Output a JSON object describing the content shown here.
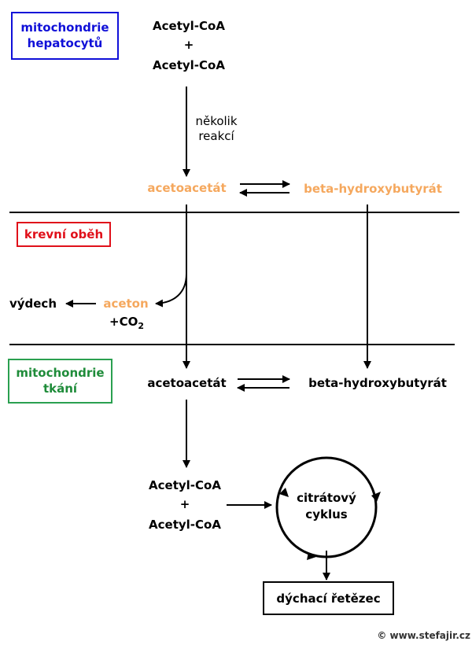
{
  "labels": {
    "hepatocyte_line1": "mitochondrie",
    "hepatocyte_line2": "hepatocytů",
    "blood": "krevní oběh",
    "tissue_line1": "mitochondrie",
    "tissue_line2": "tkání"
  },
  "top": {
    "acetyl1": "Acetyl-CoA",
    "plus": "+",
    "acetyl2": "Acetyl-CoA",
    "reactions_line1": "několik",
    "reactions_line2": "reakcí"
  },
  "liver": {
    "acetoacetate": "acetoacetát",
    "hydroxybutyrate": "beta-hydroxybutyrát"
  },
  "blood_flow": {
    "exhale": "výdech",
    "acetone": "aceton",
    "co2_prefix": "+CO",
    "co2_sub": "2"
  },
  "tissue": {
    "acetoacetate": "acetoacetát",
    "hydroxybutyrate": "beta-hydroxybutyrát",
    "acetyl1": "Acetyl-CoA",
    "plus": "+",
    "acetyl2": "Acetyl-CoA",
    "cycle_line1": "citrátový",
    "cycle_line2": "cyklus",
    "resp_chain": "dýchací řetězec"
  },
  "copyright": "© www.stefajir.cz",
  "colors": {
    "hepatocyte_box": "#1010d8",
    "blood_box": "#e0101a",
    "tissue_box": "#2aa050",
    "ketone_orange": "#f5a85e"
  }
}
